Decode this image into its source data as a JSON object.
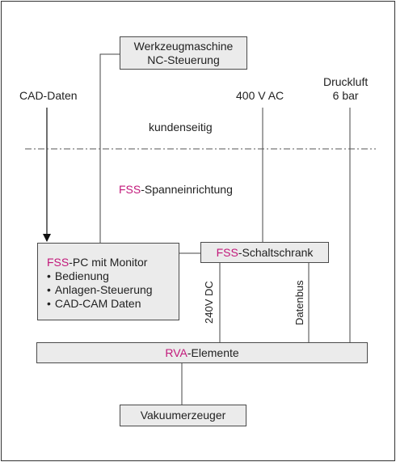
{
  "colors": {
    "accent": "#c2187a",
    "box_fill": "#ebebeb",
    "line": "#4a4a4a"
  },
  "top": {
    "machine_line1": "Werkzeugmaschine",
    "machine_line2": "NC-Steuerung",
    "cad": "CAD-Daten",
    "power": "400 V AC",
    "air_line1": "Druckluft",
    "air_line2": "6 bar",
    "customer_side": "kundenseitig"
  },
  "fss_section": {
    "prefix": "FSS",
    "suffix": "-Spanneinrichtung"
  },
  "pc": {
    "prefix": "FSS",
    "title_rest": "-PC mit Monitor",
    "items": [
      "Bedienung",
      "Anlagen-Steuerung",
      "CAD-CAM Daten"
    ]
  },
  "cabinet": {
    "prefix": "FSS",
    "rest": "-Schaltschrank"
  },
  "voltage_label": "240V DC",
  "databus_label": "Datenbus",
  "rva": {
    "prefix": "RVA",
    "rest": "-Elemente"
  },
  "vacuum": "Vakuumerzeuger"
}
